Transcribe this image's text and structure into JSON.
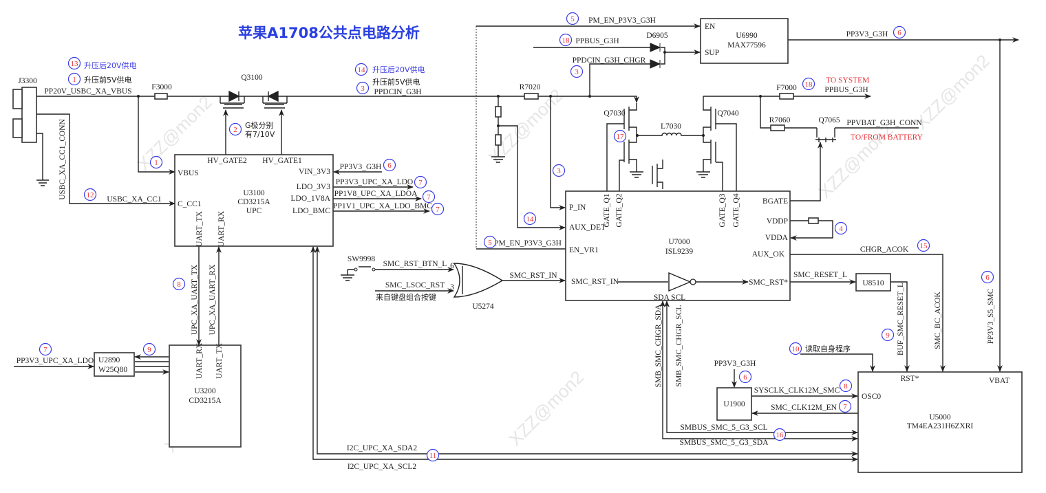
{
  "title": "苹果A1708公共点电路分析",
  "watermark": "XZZ@mon2",
  "notes": {
    "boost_20v": "升压后20V供电",
    "pre_boost_5v": "升压前5V供电",
    "gate_line1": "G极分别",
    "gate_line2": "有7/10V",
    "keyboard_combo": "来自键盘组合按键",
    "read_program": "读取自身程序",
    "to_system": "TO SYSTEM",
    "to_from_battery": "TO/FROM BATTERY"
  },
  "components": {
    "j3300": "J3300",
    "f3000": "F3000",
    "q3100": "Q3100",
    "u3100": {
      "ref": "U3100",
      "part": "CD3215A",
      "func": "UPC"
    },
    "u3200": {
      "ref": "U3200",
      "part": "CD3215A"
    },
    "u2890": {
      "ref": "U2890",
      "part": "W25Q80"
    },
    "sw9998": "SW9998",
    "u5274": "U5274",
    "r7020": "R7020",
    "q7030": "Q7030",
    "l7030": "L7030",
    "q7040": "Q7040",
    "f7000": "F7000",
    "r7060": "R7060",
    "q7065": "Q7065",
    "d6905": "D6905",
    "u6990": {
      "ref": "U6990",
      "part": "MAX77596"
    },
    "u7000": {
      "ref": "U7000",
      "part": "ISL9239"
    },
    "u8510": "U8510",
    "u1900": "U1900",
    "u5000": {
      "ref": "U5000",
      "part": "TM4EA231H6ZXRI"
    }
  },
  "nets": {
    "pp20v": "PP20V_USBC_XA_VBUS",
    "cc1_conn": "USBC_XA_CC1_CONN",
    "cc1": "USBC_XA_CC1",
    "ppdcin": "PPDCIN_G3H",
    "pp3v3_g3h": "PP3V3_G3H",
    "ldo3v3": "PP3V3_UPC_XA_LDO",
    "ldo1v8": "PP1V8_UPC_XA_LDOA",
    "ldobmc": "PP1V1_UPC_XA_LDO_BMC",
    "uart_tx": "UPC_XA_UART_TX",
    "uart_rx": "UPC_XA_UART_RX",
    "sda2": "I2C_UPC_XA_SDA2",
    "scl2": "I2C_UPC_XA_SCL2",
    "rst_btn": "SMC_RST_BTN_L",
    "lsoc_rst": "SMC_LSOC_RST",
    "rst_in": "SMC_RST_IN",
    "pm_en": "PM_EN_P3V3_G3H",
    "ppbus": "PPBUS_G3H",
    "ppdcin_chgr": "PPDCIN_G3H_CHGR",
    "ppvbat": "PPVBAT_G3H_CONN",
    "chgr_acok": "CHGR_ACOK",
    "smc_bc_acok": "SMC_BC_ACOK",
    "smc_reset_l": "SMC_RESET_L",
    "buf_reset": "BUF_SMC_RESET_L",
    "pp3v3_s5": "PP3V3_S5_SMC",
    "sysclk": "SYSCLK_CLK12M_SMC",
    "clk_en": "SMC_CLK12M_EN",
    "smb_scl": "SMBUS_SMC_5_G3_SCL",
    "smb_sda": "SMBUS_SMC_5_G3_SDA",
    "chgr_sda": "SMB_SMC_CHGR_SDA",
    "chgr_scl": "SMB_SMC_CHGR_SCL"
  },
  "pins": {
    "u3100": {
      "hv_gate2": "HV_GATE2",
      "hv_gate1": "HV_GATE1",
      "vbus": "VBUS",
      "c_cc1": "C_CC1",
      "vin_3v3": "VIN_3V3",
      "ldo_3v3": "LDO_3V3",
      "ldo_1v8a": "LDO_1V8A",
      "ldo_bmc": "LDO_BMC",
      "uart_tx": "UART_TX",
      "uart_rx": "UART_RX"
    },
    "u3200": {
      "uart_rx": "UART_RX",
      "uart_tx": "UART_TX"
    },
    "u5274": {
      "in_a": "6",
      "in_b": "3"
    },
    "u6990": {
      "en": "EN",
      "sup": "SUP"
    },
    "u7000": {
      "p_in": "P_IN",
      "aux_det": "AUX_DET",
      "en_vr1": "EN_VR1",
      "smc_rst_in": "SMC_RST_IN",
      "gate_q1": "GATE_Q1",
      "gate_q2": "GATE_Q2",
      "gate_q3": "GATE_Q3",
      "gate_q4": "GATE_Q4",
      "bgate": "BGATE",
      "vddp": "VDDP",
      "vdda": "VDDA",
      "aux_ok": "AUX_OK",
      "smc_rst": "SMC_RST*",
      "sda_scl": "SDA SCL"
    },
    "u5000": {
      "rst": "RST*",
      "vbat": "VBAT",
      "osc0": "OSC0"
    }
  },
  "badges": [
    "13",
    "1",
    "2",
    "1",
    "12",
    "14",
    "3",
    "6",
    "7",
    "7",
    "7",
    "8",
    "7",
    "9",
    "11",
    "5",
    "18",
    "3",
    "3",
    "14",
    "5",
    "17",
    "18",
    "6",
    "4",
    "15",
    "6",
    "9",
    "10",
    "6",
    "8",
    "7",
    "16"
  ]
}
